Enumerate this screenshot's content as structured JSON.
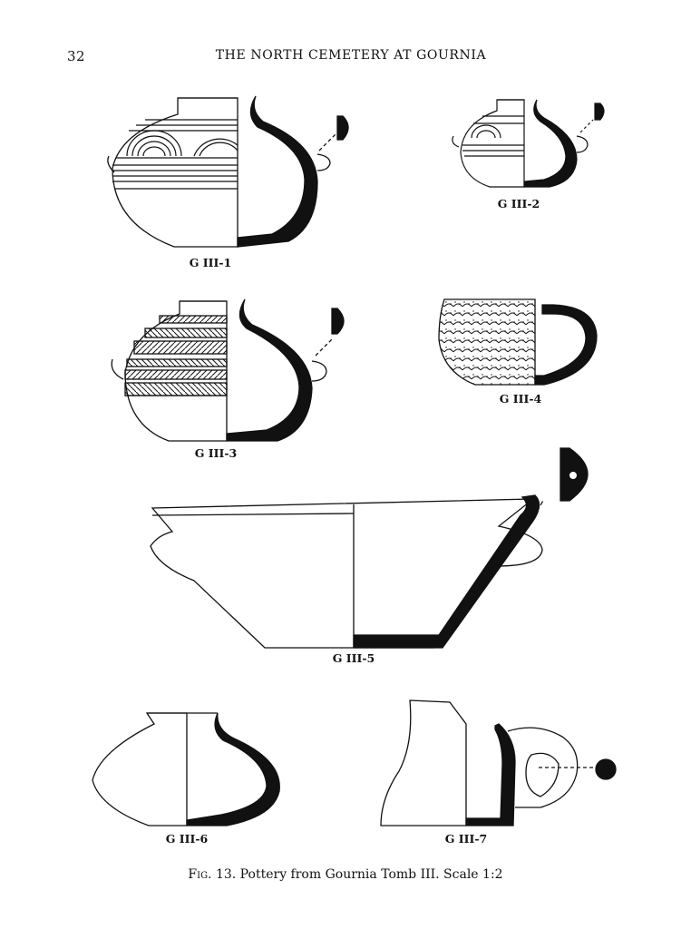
{
  "page": {
    "number": "32",
    "running_head": "THE NORTH CEMETERY AT GOURNIA"
  },
  "figures": [
    {
      "id": "g3-1",
      "label": "G III-1"
    },
    {
      "id": "g3-2",
      "label": "G III-2"
    },
    {
      "id": "g3-3",
      "label": "G III-3"
    },
    {
      "id": "g3-4",
      "label": "G III-4"
    },
    {
      "id": "g3-5",
      "label": "G III-5"
    },
    {
      "id": "g3-6",
      "label": "G III-6"
    },
    {
      "id": "g3-7",
      "label": "G III-7"
    }
  ],
  "caption": {
    "prefix": "Fig. 13.",
    "text": " Pottery from Gournia Tomb III. Scale 1:2"
  },
  "colors": {
    "ink": "#111111",
    "paper": "#ffffff"
  }
}
